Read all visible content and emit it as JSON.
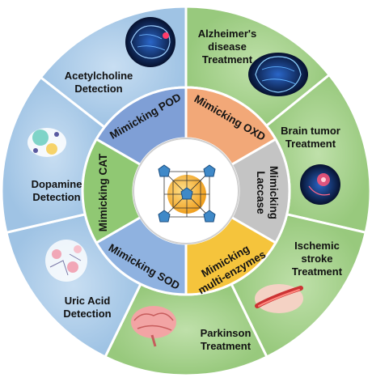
{
  "outer_labels": [
    {
      "id": "acetylcholine",
      "lines": [
        "Acetylcholine",
        "Detection"
      ]
    },
    {
      "id": "alzheimers",
      "lines": [
        "Alzheimer's",
        "disease",
        "Treatment"
      ]
    },
    {
      "id": "brain-tumor",
      "lines": [
        "Brain tumor",
        "Treatment"
      ]
    },
    {
      "id": "ischemic-stroke",
      "lines": [
        "Ischemic",
        "stroke",
        "Treatment"
      ]
    },
    {
      "id": "parkinson",
      "lines": [
        "Parkinson",
        "Treatment"
      ]
    },
    {
      "id": "uric-acid",
      "lines": [
        "Uric Acid",
        "Detection"
      ]
    },
    {
      "id": "dopamine",
      "lines": [
        "Dopamine",
        "Detection"
      ]
    }
  ],
  "inner_labels": [
    {
      "id": "pod",
      "lines": [
        "Mimicking POD"
      ]
    },
    {
      "id": "oxd",
      "lines": [
        "Mimicking OXD"
      ]
    },
    {
      "id": "laccase",
      "lines": [
        "Mimicking",
        "Laccase"
      ]
    },
    {
      "id": "multi",
      "lines": [
        "Mimicking",
        "multi-enzymes"
      ]
    },
    {
      "id": "sod",
      "lines": [
        "Mimicking SOD"
      ]
    },
    {
      "id": "cat",
      "lines": [
        "Mimicking CAT"
      ]
    }
  ],
  "colors": {
    "detection_blue": "#a9cbe8",
    "treatment_green": "#a6d08e",
    "pod": "#7f9fd6",
    "oxd": "#f2a878",
    "laccase": "#c4c4c4",
    "multi": "#f5c43c",
    "sod": "#8fb2e0",
    "cat": "#90c873"
  },
  "icons": [
    "brain-network-icon",
    "glowing-brain-icon",
    "brain-tumor-icon",
    "blood-vessel-icon",
    "brain-icon",
    "uric-acid-cells-icon",
    "dopamine-cells-icon",
    "mof-nanozyme-icon"
  ]
}
